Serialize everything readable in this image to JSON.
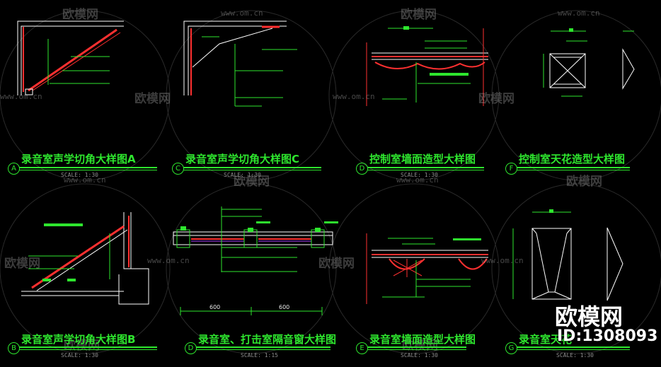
{
  "panels": [
    {
      "letter": "A",
      "title": "录音室声学切角大样图A",
      "scale": "SCALE:  1:30"
    },
    {
      "letter": "C",
      "title": "录音室声学切角大样图C",
      "scale": "SCALE:  1:30"
    },
    {
      "letter": "D",
      "title": "控制室墙面造型大样图",
      "scale": "SCALE:  1:30"
    },
    {
      "letter": "F",
      "title": "控制室天花造型大样图",
      "scale": ""
    },
    {
      "letter": "B",
      "title": "录音室声学切角大样图B",
      "scale": "SCALE:  1:30"
    },
    {
      "letter": "D",
      "title": "录音室、打击室隔音窗大样图",
      "scale": "SCALE:  1:15"
    },
    {
      "letter": "E",
      "title": "录音室墙面造型大样图",
      "scale": "SCALE:  1:30"
    },
    {
      "letter": "G",
      "title": "录音室天花",
      "scale": "SCALE:  1:30"
    }
  ],
  "dimensions": {
    "left": "600",
    "right": "600"
  },
  "watermark": {
    "url": "www.om.cn",
    "brand": "欧模网"
  },
  "overlay": {
    "brand": "欧模网",
    "id": "ID:1308093"
  },
  "colors": {
    "background": "#000000",
    "title": "#2ee62e",
    "wall": "#ff3030",
    "annotation": "#2ee62e",
    "line": "#ffffff"
  }
}
